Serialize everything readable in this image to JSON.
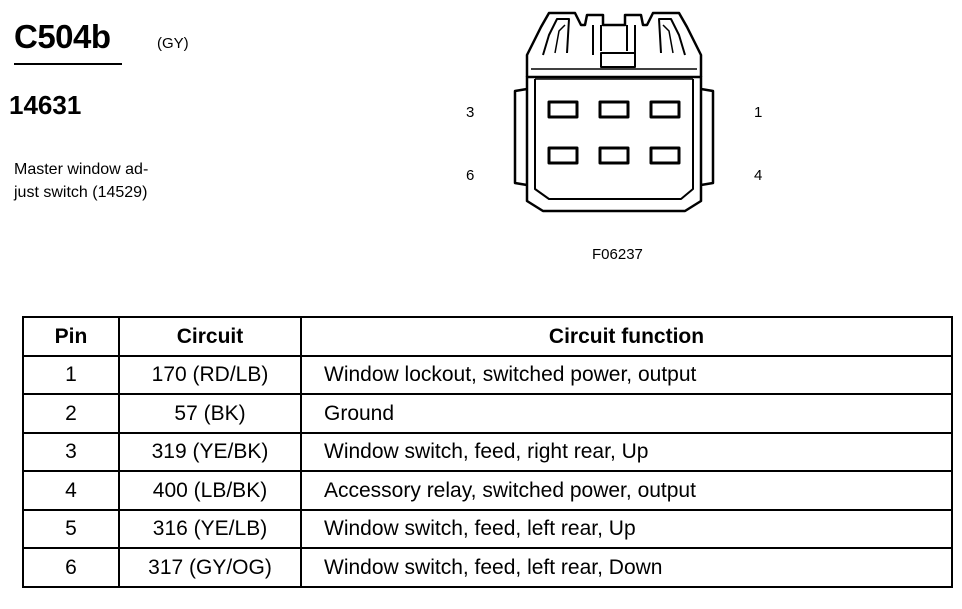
{
  "header": {
    "connector_id": "C504b",
    "connector_color": "(GY)",
    "part_number": "14631",
    "description_line1": "Master window ad-",
    "description_line2": "just switch (14529)"
  },
  "diagram": {
    "pin_labels": {
      "p3": "3",
      "p1": "1",
      "p6": "6",
      "p4": "4"
    },
    "figure_id": "F06237"
  },
  "table": {
    "headers": {
      "pin": "Pin",
      "circuit": "Circuit",
      "function": "Circuit function"
    },
    "rows": [
      {
        "pin": "1",
        "circuit": "170 (RD/LB)",
        "function": "Window lockout, switched power, output"
      },
      {
        "pin": "2",
        "circuit": "57 (BK)",
        "function": "Ground"
      },
      {
        "pin": "3",
        "circuit": "319 (YE/BK)",
        "function": "Window switch, feed, right rear, Up"
      },
      {
        "pin": "4",
        "circuit": "400 (LB/BK)",
        "function": "Accessory relay, switched power, output"
      },
      {
        "pin": "5",
        "circuit": "316 (YE/LB)",
        "function": "Window switch, feed, left rear, Up"
      },
      {
        "pin": "6",
        "circuit": "317 (GY/OG)",
        "function": "Window switch, feed, left rear, Down"
      }
    ]
  }
}
